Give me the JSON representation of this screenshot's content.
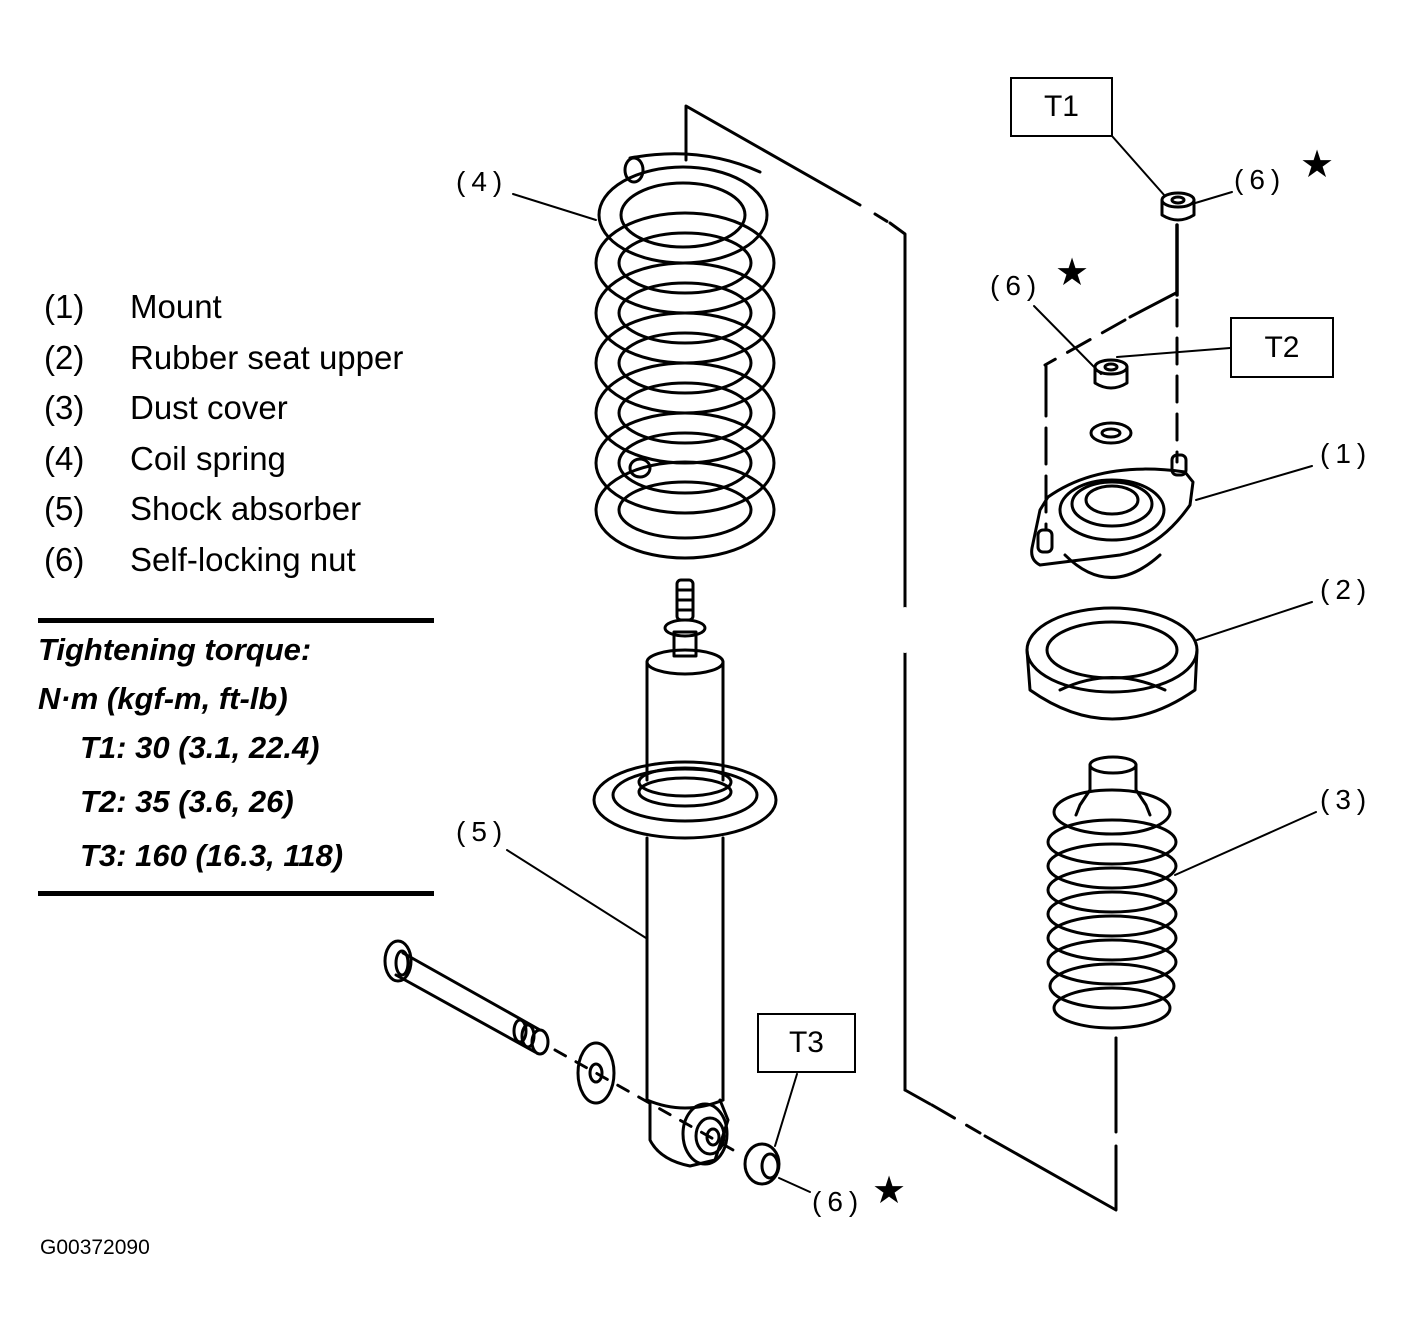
{
  "legend": [
    {
      "num": "(1)",
      "label": "Mount"
    },
    {
      "num": "(2)",
      "label": "Rubber seat upper"
    },
    {
      "num": "(3)",
      "label": "Dust cover"
    },
    {
      "num": "(4)",
      "label": "Coil spring"
    },
    {
      "num": "(5)",
      "label": "Shock absorber"
    },
    {
      "num": "(6)",
      "label": "Self-locking nut"
    }
  ],
  "torque": {
    "title": "Tightening torque:",
    "units": "N·m (kgf-m, ft-lb)",
    "values": [
      "T1: 30 (3.1, 22.4)",
      "T2: 35 (3.6, 26)",
      "T3: 160 (16.3, 118)"
    ]
  },
  "callouts": {
    "c1": "(1)",
    "c2": "(2)",
    "c3": "(3)",
    "c4": "(4)",
    "c5": "(5)",
    "c6_top": "(6)",
    "c6_mid": "(6)",
    "c6_bottom": "(6)"
  },
  "torque_boxes": {
    "t1": "T1",
    "t2": "T2",
    "t3": "T3"
  },
  "star_symbol": "★",
  "figure_id": "G00372090"
}
